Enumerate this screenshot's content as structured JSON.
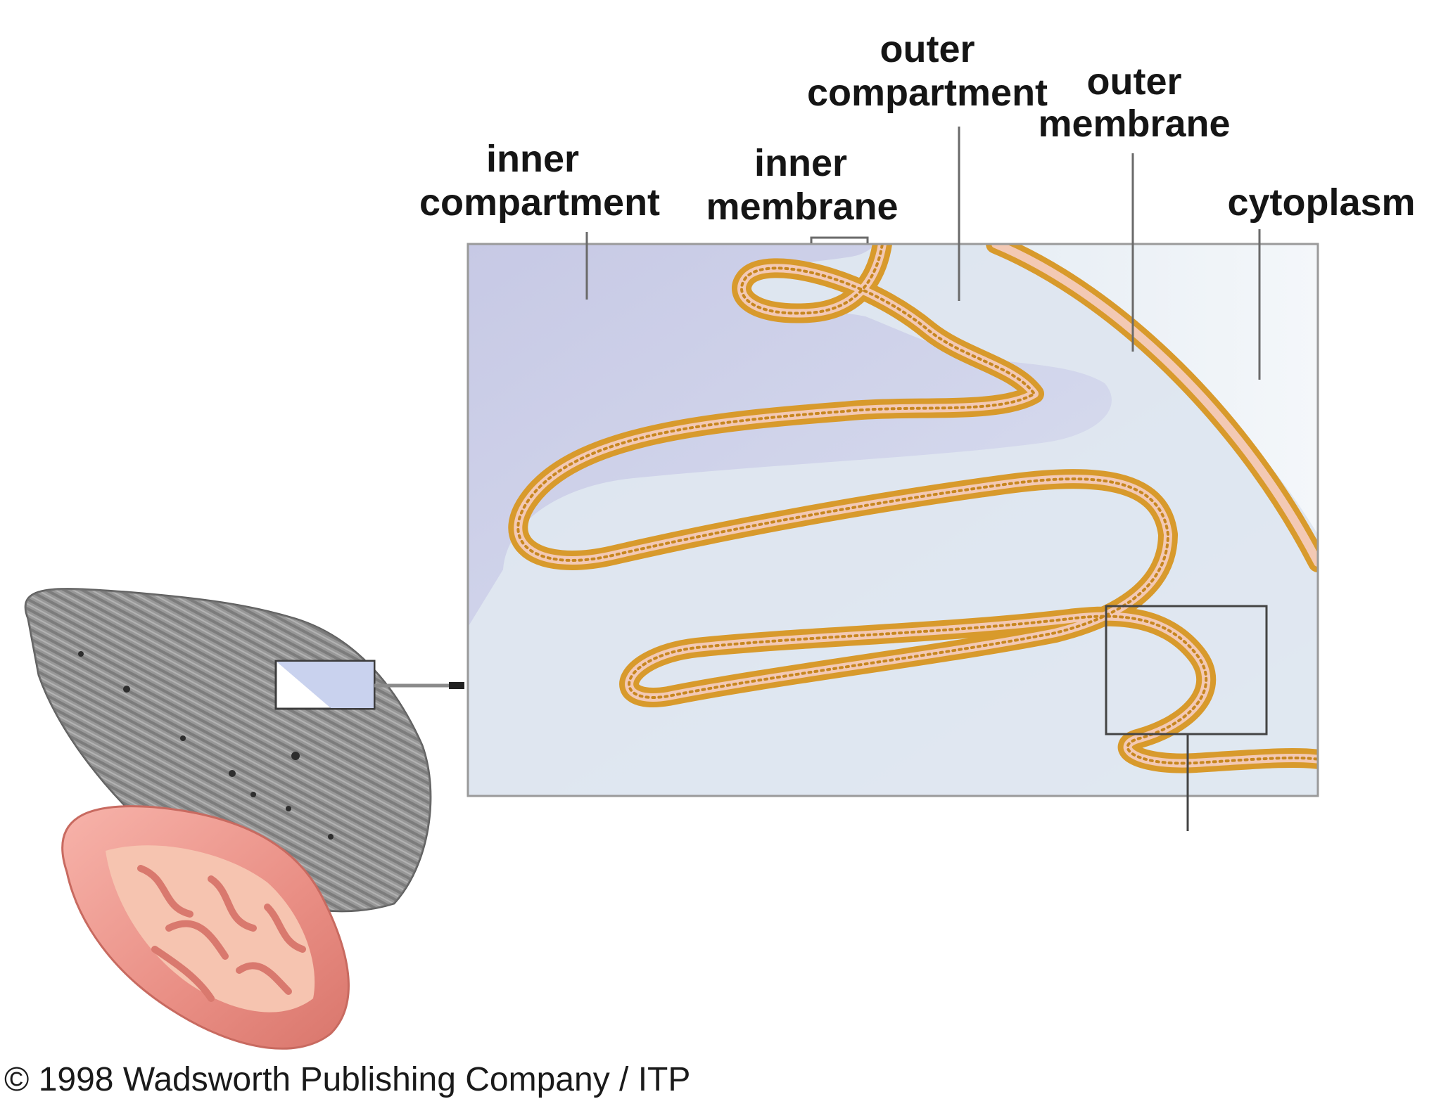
{
  "labels": {
    "inner_compartment": [
      "inner",
      "compartment"
    ],
    "inner_membrane": [
      "inner",
      "membrane"
    ],
    "outer_compartment": [
      "outer",
      "compartment"
    ],
    "outer_membrane": [
      "outer",
      "membrane"
    ],
    "cytoplasm": "cytoplasm"
  },
  "copyright": "© 1998 Wadsworth Publishing Company / ITP",
  "colors": {
    "matrix": "#c9cde6",
    "intermembrane": "#dde6f0",
    "membrane_bead": "#e2a63a",
    "membrane_core": "#f3c9b4",
    "micrograph": "#8c8c8c",
    "mitochondrion": "#e88a80"
  }
}
